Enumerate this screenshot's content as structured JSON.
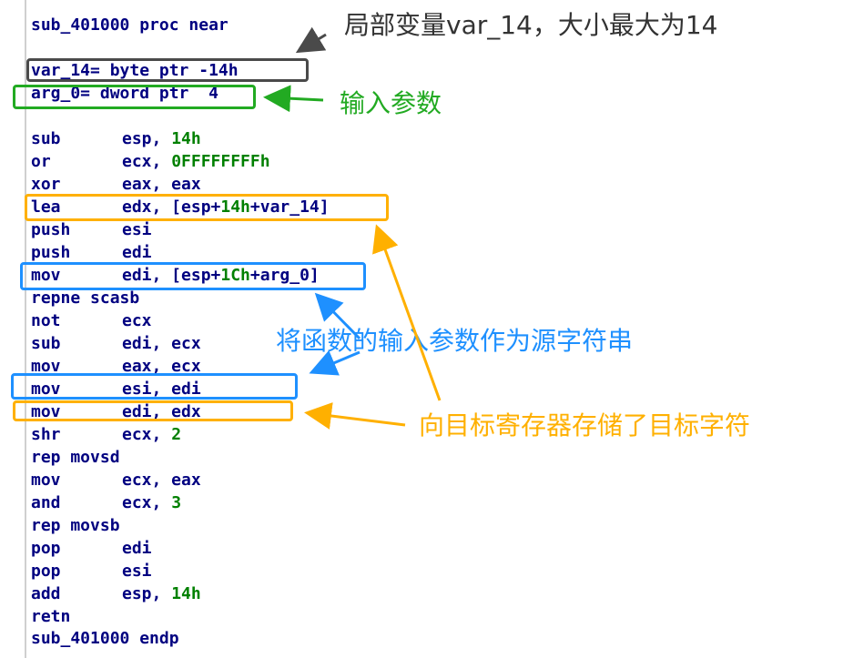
{
  "colors": {
    "code_text": "#000080",
    "number_text": "#008000",
    "box_gray": "#4a4a4a",
    "box_green": "#22aa22",
    "box_blue": "#1e90ff",
    "box_orange": "#ffb000"
  },
  "code": {
    "proc_start": "sub_401000 proc near",
    "var_decl": "var_14= byte ptr -14h",
    "arg_decl": "arg_0= dword ptr  4",
    "lines": [
      {
        "mn": "sub",
        "op": "esp, ",
        "num": "14h",
        "tail": ""
      },
      {
        "mn": "or",
        "op": "ecx, ",
        "num": "0FFFFFFFFh",
        "tail": ""
      },
      {
        "mn": "xor",
        "op": "eax, eax",
        "num": "",
        "tail": ""
      },
      {
        "mn": "lea",
        "op": "edx, [esp+",
        "num": "14h",
        "tail": "+var_14]"
      },
      {
        "mn": "push",
        "op": "esi",
        "num": "",
        "tail": ""
      },
      {
        "mn": "push",
        "op": "edi",
        "num": "",
        "tail": ""
      },
      {
        "mn": "mov",
        "op": "edi, [esp+",
        "num": "1Ch",
        "tail": "+arg_0]"
      },
      {
        "mn": "repne scasb",
        "op": "",
        "num": "",
        "tail": ""
      },
      {
        "mn": "not",
        "op": "ecx",
        "num": "",
        "tail": ""
      },
      {
        "mn": "sub",
        "op": "edi, ecx",
        "num": "",
        "tail": ""
      },
      {
        "mn": "mov",
        "op": "eax, ecx",
        "num": "",
        "tail": ""
      },
      {
        "mn": "mov",
        "op": "esi, edi",
        "num": "",
        "tail": ""
      },
      {
        "mn": "mov",
        "op": "edi, edx",
        "num": "",
        "tail": ""
      },
      {
        "mn": "shr",
        "op": "ecx, ",
        "num": "2",
        "tail": ""
      },
      {
        "mn": "rep movsd",
        "op": "",
        "num": "",
        "tail": ""
      },
      {
        "mn": "mov",
        "op": "ecx, eax",
        "num": "",
        "tail": ""
      },
      {
        "mn": "and",
        "op": "ecx, ",
        "num": "3",
        "tail": ""
      },
      {
        "mn": "rep movsb",
        "op": "",
        "num": "",
        "tail": ""
      },
      {
        "mn": "pop",
        "op": "edi",
        "num": "",
        "tail": ""
      },
      {
        "mn": "pop",
        "op": "esi",
        "num": "",
        "tail": ""
      },
      {
        "mn": "add",
        "op": "esp, ",
        "num": "14h",
        "tail": ""
      },
      {
        "mn": "retn",
        "op": "",
        "num": "",
        "tail": ""
      }
    ],
    "proc_end": "sub_401000 endp"
  },
  "annotations": {
    "local_var": "局部变量var_14，大小最大为14",
    "input_param": "输入参数",
    "source_string": "将函数的输入参数作为源字符串",
    "target_string": "向目标寄存器存储了目标字符"
  }
}
